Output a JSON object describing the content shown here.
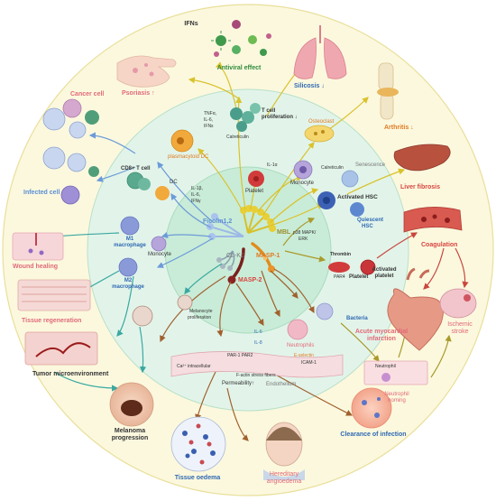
{
  "center": {
    "ficolin": "Ficolin1,2",
    "mbl": "MBL",
    "clk1": "CL-K1",
    "masp1": "MASP-1",
    "masp2": "MASP-2"
  },
  "outer": {
    "ifns": "IFNs",
    "antiviral": "Antiviral effect",
    "psoriasis": "Psoriasis ↑",
    "silicosis": "Silicosis ↓",
    "arthritis": "Arthritis ↓",
    "cancer_cell": "Cancer cell",
    "infected_cell": "Infected cell",
    "liver_fibrosis": "Liver fibrosis",
    "coagulation": "Coagulation",
    "wound_healing": "Wound healing",
    "tissue_regeneration": "Tissue regeneration",
    "tumor_micro": "Tumor microenvironment",
    "ami_1": "Acute myocardial",
    "ami_2": "infarction",
    "stroke_1": "Ischemic",
    "stroke_2": "stroke",
    "melanoma_1": "Melanoma",
    "melanoma_2": "progression",
    "neutrophil_homing_1": "Neutrophil",
    "neutrophil_homing_2": "homing",
    "neutrophil_box": "Neutrophil",
    "clearance": "Clearance of infection",
    "tissue_oedema": "Tissue oedema",
    "hae_1": "Hereditary",
    "hae_2": "angioedema"
  },
  "inner": {
    "tnfa": "TNFα,",
    "il6": "IL-6,",
    "ifns": "IFNs",
    "tcell_prolif_1": "T cell",
    "tcell_prolif_2": "proliferation ↓",
    "calreticulin_1": "Calreticulin",
    "osteoclast": "Osteoclast",
    "senescence": "Senescence",
    "calreticulin_2": "Calreticulin",
    "pdc": "plasmacytoid DC",
    "il1a": "IL-1α",
    "platelet_1": "Platelet",
    "monocyte_1": "Monocyte",
    "activated_hsc": "Activated HSC",
    "quiescent_1": "Quiescent",
    "quiescent_2": "HSC",
    "cd8": "CD8+ T cell",
    "dc": "DC",
    "il1b": "IL-1β,",
    "il6b": "IL-6,",
    "ifny": "IFNγ",
    "p38": "p38 MAPK/",
    "erk": "ERK",
    "thrombin": "Thrombin",
    "par4": "PAR4",
    "platelet_2": "Platelet",
    "activated_platelet_1": "Activated",
    "activated_platelet_2": "platelet",
    "m1_1": "M1",
    "m1_2": "macrophage",
    "monocyte_2": "Monocyte",
    "m2_1": "M2",
    "m2_2": "macrophage",
    "bacteria": "Bacteria",
    "neutrophils": "Neutrophils",
    "melanocyte_1": "Melanocyte",
    "melanocyte_2": "proliferation",
    "il6c": "IL-6",
    "il8": "IL-8",
    "par": "PAR-1 PAR2",
    "eselectin": "E-selectin",
    "icam": "ICAM-1",
    "ca_ion": "Ca²⁺ intracellular",
    "permeability": "Permeability↑",
    "endothelium": "Endothelium",
    "bottom_formula": "F-actin stress fibers"
  }
}
